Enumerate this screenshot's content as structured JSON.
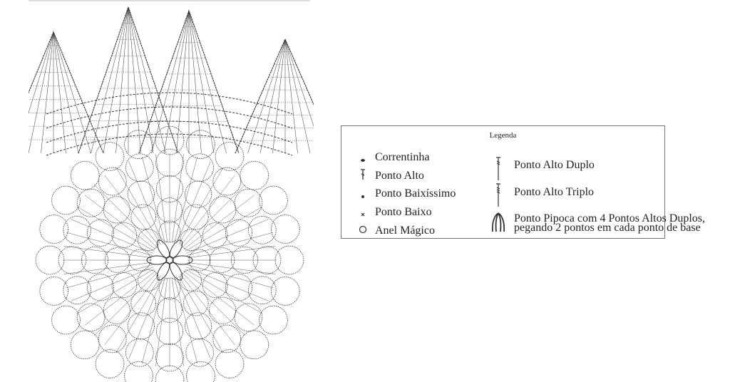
{
  "legend": {
    "title": "Legenda",
    "left_items": [
      {
        "icon": "chain-stitch-icon",
        "label": "Correntinha"
      },
      {
        "icon": "double-crochet-icon",
        "label": "Ponto Alto"
      },
      {
        "icon": "slip-stitch-icon",
        "label": "Ponto Baixíssimo"
      },
      {
        "icon": "single-crochet-icon",
        "label": "Ponto Baixo"
      },
      {
        "icon": "magic-ring-icon",
        "label": "Anel Mágico"
      }
    ],
    "right_items": [
      {
        "icon": "double-treble-icon",
        "label": "Ponto Alto Duplo"
      },
      {
        "icon": "triple-treble-icon",
        "label": "Ponto Alto Triplo"
      },
      {
        "icon": "popcorn-stitch-icon",
        "label": "Ponto Pipoca com 4 Pontos Altos Duplos,",
        "label2": "pegando 2 pontos em cada ponto de base"
      }
    ]
  },
  "colors": {
    "ink": "#333333",
    "border": "#777777"
  }
}
